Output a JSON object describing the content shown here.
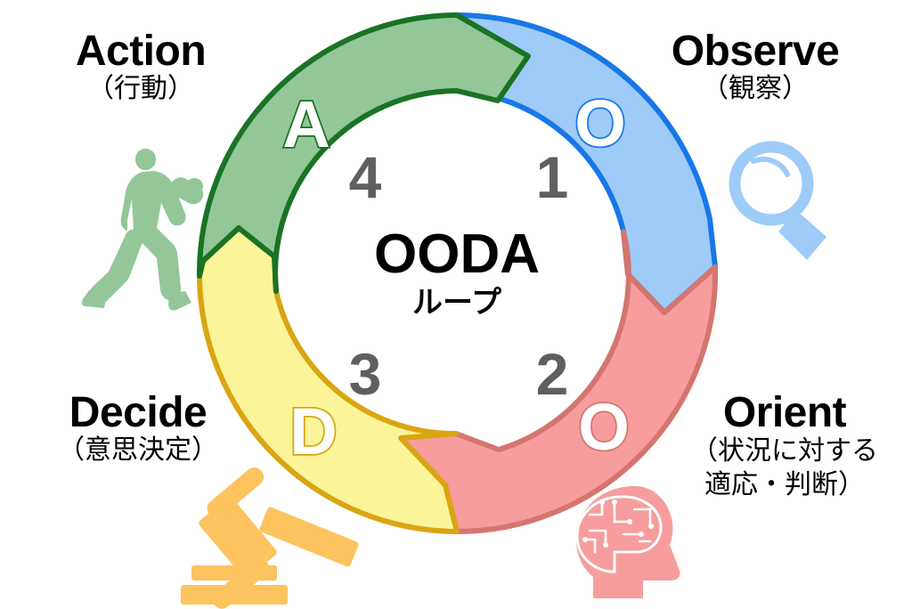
{
  "diagram": {
    "title": "OODA",
    "subtitle": "ループ",
    "quadrants": [
      {
        "id": "observe",
        "label_en": "Observe",
        "label_jp": "（観察）",
        "letter": "O",
        "number": "1",
        "fill": "#9ecbf7",
        "stroke": "#1877e8",
        "icon": "magnifier-icon",
        "icon_color": "#9ecbf7"
      },
      {
        "id": "orient",
        "label_en": "Orient",
        "label_jp_line1": "（状況に対する",
        "label_jp_line2": "適応・判断）",
        "letter": "O",
        "number": "2",
        "fill": "#f79d9d",
        "stroke": "#d4756f",
        "icon": "brain-head-icon",
        "icon_color": "#f79d9d"
      },
      {
        "id": "decide",
        "label_en": "Decide",
        "label_jp": "（意思決定）",
        "letter": "D",
        "number": "3",
        "fill": "#fbf499",
        "stroke": "#d9a512",
        "icon": "gavel-icon",
        "icon_color": "#fcc котор"
      },
      {
        "id": "action",
        "label_en": "Action",
        "label_jp": "（行動）",
        "letter": "A",
        "number": "4",
        "fill": "#93c798",
        "stroke": "#1a7324",
        "icon": "runner-icon",
        "icon_color": "#93c798"
      }
    ],
    "number_color": "#5f5f5f",
    "background": "#ffffff"
  }
}
